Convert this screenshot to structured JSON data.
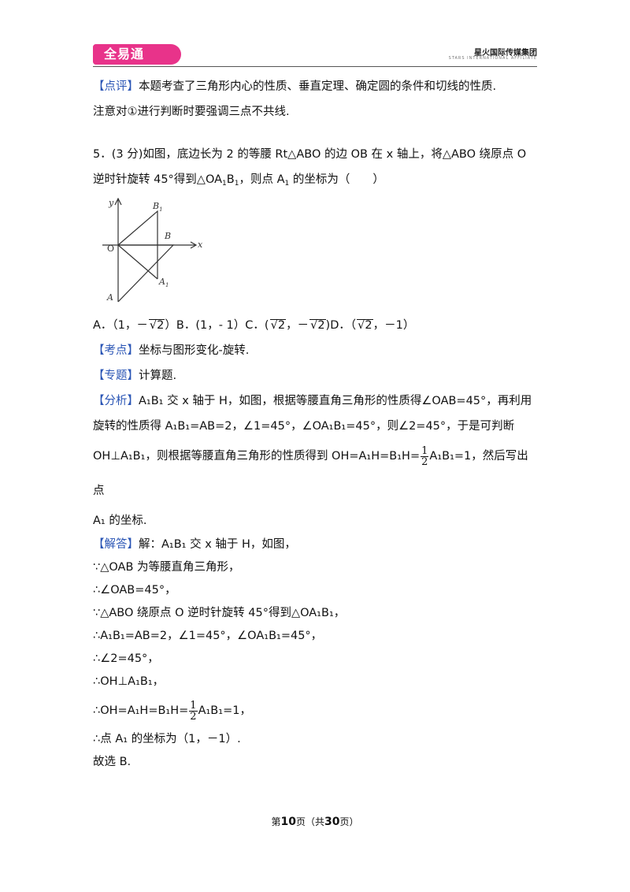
{
  "header": {
    "logo_text": "全易通",
    "brand": "星火国际传媒集团",
    "brand_sub": "STARS INTERNATIONAL AFFILIATE"
  },
  "review": {
    "tag": "【点评】",
    "line1": "本题考查了三角形内心的性质、垂直定理、确定圆的条件和切线的性质.",
    "line2": "注意对①进行判断时要强调三点不共线."
  },
  "question": {
    "line1": "5．(3 分)如图，底边长为 2 的等腰 Rt△ABO 的边 OB 在 x 轴上，将△ABO 绕原点 O",
    "line2_a": "逆时针旋转 45°得到△OA",
    "sub1": "1",
    "line2_b": "B",
    "sub2": "1",
    "line2_c": "，则点 A",
    "sub3": "1",
    "line2_d": " 的坐标为（　　）"
  },
  "figure": {
    "labels": {
      "y": "y",
      "x": "x",
      "o": "O",
      "b1": "B",
      "b1_sub": "1",
      "b": "B",
      "a1": "A",
      "a1_sub": "1",
      "a": "A"
    },
    "color": "#333333"
  },
  "options": {
    "a_pre": "A．（1，－",
    "a_root": "2",
    "a_post": "）B．(1，- 1）C．(",
    "c_root1": "2",
    "c_mid": "，－",
    "c_root2": "2",
    "c_post": ")D．（",
    "d_root": "2",
    "d_post": "，－1）"
  },
  "kaodian": {
    "tag": "【考点】",
    "text": "坐标与图形变化-旋转."
  },
  "zhuanti": {
    "tag": "【专题】",
    "text": "计算题."
  },
  "analysis": {
    "tag": "【分析】",
    "l1": "A₁B₁ 交 x 轴于 H，如图，根据等腰直角三角形的性质得∠OAB=45°，再利用",
    "l2": "旋转的性质得 A₁B₁=AB=2，∠1=45°，∠OA₁B₁=45°，则∠2=45°，于是可判断",
    "l3_a": "OH⊥A₁B₁，则根据等腰直角三角形的性质得到 OH=A₁H=B₁H=",
    "num": "1",
    "den": "2",
    "l3_b": "A₁B₁=1，然后写出点",
    "l4": "A₁ 的坐标."
  },
  "solution": {
    "tag": "【解答】",
    "intro": "解：A₁B₁ 交 x 轴于 H，如图，",
    "s1": "∵△OAB 为等腰直角三角形，",
    "s2": "∴∠OAB=45°，",
    "s3": "∵△ABO 绕原点 O 逆时针旋转 45°得到△OA₁B₁，",
    "s4": "∴A₁B₁=AB=2，∠1=45°，∠OA₁B₁=45°，",
    "s5": "∴∠2=45°，",
    "s6": "∴OH⊥A₁B₁，",
    "s7_a": "∴OH=A₁H=B₁H=",
    "num": "1",
    "den": "2",
    "s7_b": "A₁B₁=1，",
    "s8": "∴点 A₁ 的坐标为（1，－1）.",
    "s9": "故选 B."
  },
  "footer": {
    "pre": "第",
    "page": "10",
    "mid": "页（共",
    "total": "30",
    "post": "页）"
  }
}
